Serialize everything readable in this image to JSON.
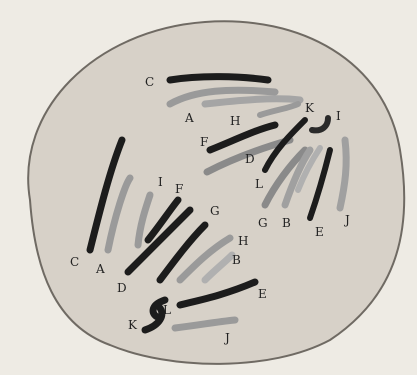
{
  "image": {
    "description_none": "",
    "colors": {
      "paper": "#eeebe4",
      "cell": "#d7d1c8",
      "cell_edge": "#6f6a63",
      "dark": "#1c1c1c",
      "mid": "#707070",
      "light": "#a9a9a9"
    }
  },
  "labels": {
    "top_C": "C",
    "top_A": "A",
    "top_H": "H",
    "top_K": "K",
    "top_I": "I",
    "top_F": "F",
    "top_D": "D",
    "top_L": "L",
    "top_G": "G",
    "top_B": "B",
    "top_E": "E",
    "top_J": "J",
    "bot_C": "C",
    "bot_A": "A",
    "bot_I": "I",
    "bot_F": "F",
    "bot_G": "G",
    "bot_H": "H",
    "bot_B": "B",
    "bot_D": "D",
    "bot_E": "E",
    "bot_L": "L",
    "bot_K": "K",
    "bot_J": "J"
  }
}
